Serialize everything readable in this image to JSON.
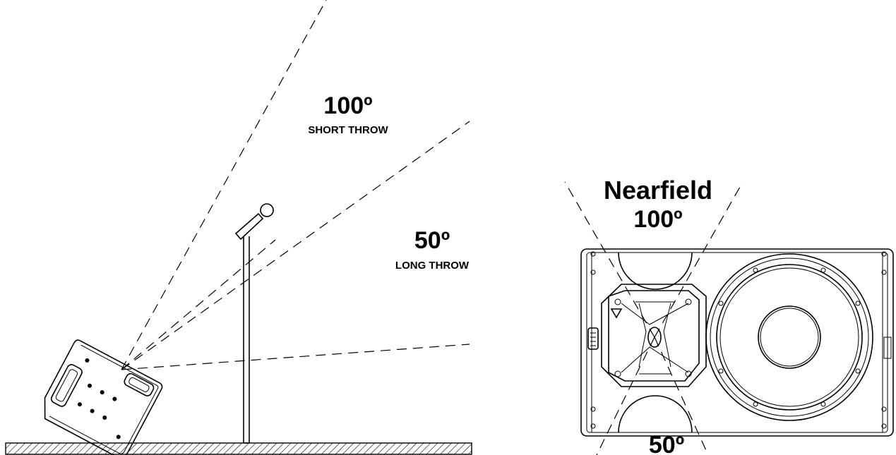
{
  "left_panel": {
    "short_throw": {
      "angle": "100º",
      "label": "SHORT THROW"
    },
    "long_throw": {
      "angle": "50º",
      "label": "LONG THROW"
    }
  },
  "right_panel": {
    "nearfield_title": "Nearfield",
    "nearfield_angle": "100º",
    "bottom_angle": "50º"
  }
}
